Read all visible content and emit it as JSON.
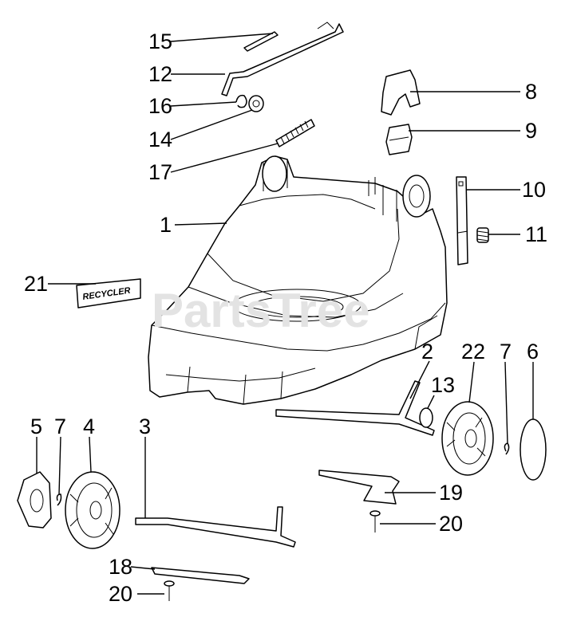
{
  "watermark": "PartsTree",
  "decal_text": "RECYCLER",
  "callouts": {
    "c15": "15",
    "c12": "12",
    "c16": "16",
    "c14": "14",
    "c17": "17",
    "c1": "1",
    "c21": "21",
    "c8": "8",
    "c9": "9",
    "c10": "10",
    "c11": "11",
    "c2": "2",
    "c13": "13",
    "c22": "22",
    "c7a": "7",
    "c6": "6",
    "c5": "5",
    "c7b": "7",
    "c4": "4",
    "c3": "3",
    "c19": "19",
    "c20a": "20",
    "c18": "18",
    "c20b": "20"
  },
  "colors": {
    "line": "#000000",
    "watermark": "#e3e3e3",
    "fill": "#ffffff"
  }
}
